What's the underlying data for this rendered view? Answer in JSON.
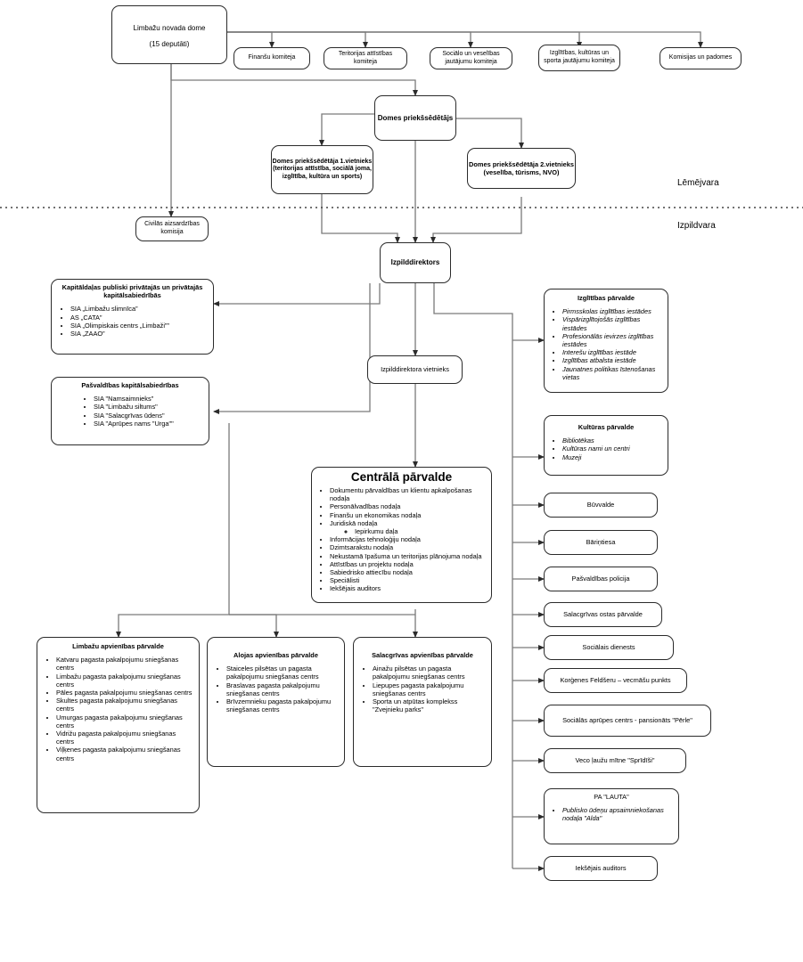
{
  "diagram": {
    "title_hidden": "",
    "side_labels": [
      {
        "id": "lemejvara",
        "text": "Lēmējvara"
      },
      {
        "id": "izpildvara",
        "text": "Izpildvara"
      }
    ]
  },
  "nodes": {
    "council": {
      "title": "Limbažu novada dome",
      "subtitle": "(15 deputāti)"
    },
    "committees": [
      {
        "id": "finance",
        "label": "Finanšu komiteja"
      },
      {
        "id": "territory",
        "label": "Teritorijas attīstības komiteja"
      },
      {
        "id": "social_health",
        "label": "Sociālo un veselības jautājumu komiteja"
      },
      {
        "id": "edu_culture_sport",
        "label": "Izglītības, kultūras un sporta jautājumu komiteja"
      },
      {
        "id": "commissions",
        "label": "Komisijas un padomes"
      }
    ],
    "chairman": {
      "label": "Domes priekšsēdētājs"
    },
    "deputy1": {
      "label": "Domes priekšsēdētāja 1.vietnieks (teritorijas attīstība, sociālā joma, izglītība, kultūra un sports)"
    },
    "deputy2": {
      "label": "Domes priekšsēdētāja 2.vietnieks (veselība, tūrisms, NVO)"
    },
    "civil_defense": {
      "label": "Civilās aizsardzības komisija"
    },
    "exec_director": {
      "label": "Izpilddirektors"
    },
    "exec_deputy": {
      "label": "Izpilddirektora vietnieks"
    },
    "capital_shares": {
      "title": "Kapitāldaļas publiski privātajās un privātajās kapitālsabiedrībās",
      "items": [
        "SIA „Limbažu slimnīca”",
        "AS „CATA”",
        "SIA „Olimpiskais centrs „Limbaži””",
        "SIA „ZAAO”"
      ]
    },
    "municipal_companies": {
      "title": "Pašvaldības kapitālsabiedrības",
      "items": [
        "SIA \"Namsaimnieks\"",
        "SIA \"Limbažu siltums\"",
        "SIA \"Salacgrīvas ūdens\"",
        "SIA \"Aprūpes nams \"Urga\"\""
      ]
    },
    "central_admin": {
      "title": "Centrālā pārvalde",
      "items": [
        {
          "text": "Dokumentu pārvaldības un klientu apkalpošanas nodaļa"
        },
        {
          "text": "Personālvadības nodaļa"
        },
        {
          "text": "Finanšu un ekonomikas nodaļa"
        },
        {
          "text": "Juridiskā nodaļa",
          "sub": [
            "Iepirkumu daļa"
          ]
        },
        {
          "text": "Informācijas tehnoloģiju nodaļa"
        },
        {
          "text": "Dzimtsarakstu nodaļa"
        },
        {
          "text": "Nekustamā īpašuma un teritorijas plānojuma nodaļa"
        },
        {
          "text": "Attīstības un projektu nodaļa"
        },
        {
          "text": "Sabiedrisko attiecību nodaļa"
        },
        {
          "text": "Speciālisti"
        },
        {
          "text": "Iekšējais auditors"
        }
      ]
    },
    "limbazi_union": {
      "title": "Limbažu apvienības pārvalde",
      "items": [
        "Katvaru pagasta pakalpojumu sniegšanas centrs",
        "Limbažu pagasta pakalpojumu sniegšanas centrs",
        "Pāles pagasta pakalpojumu sniegšanas centrs",
        "Skultes pagasta pakalpojumu sniegšanas centrs",
        "Umurgas pagasta pakalpojumu sniegšanas centrs",
        "Vidrižu pagasta pakalpojumu sniegšanas centrs",
        "Viļķenes pagasta pakalpojumu sniegšanas centrs"
      ]
    },
    "aloja_union": {
      "title": "Alojas apvienības pārvalde",
      "items": [
        "Staiceles pilsētas un pagasta pakalpojumu sniegšanas centrs",
        "Braslavas pagasta pakalpojumu sniegšanas centrs",
        "Brīvzemnieku pagasta pakalpojumu sniegšanas centrs"
      ]
    },
    "salacgriva_union": {
      "title": "Salacgrīvas apvienības pārvalde",
      "items": [
        "Ainažu pilsētas un pagasta pakalpojumu sniegšanas centrs",
        "Liepupes pagasta pakalpojumu sniegšanas centrs",
        "Sporta un atpūtas komplekss \"Zvejnieku parks\""
      ]
    },
    "education_board": {
      "title": "Izglītības pārvalde",
      "items": [
        "Pirmsskolas izglītības iestādes",
        "Vispārizglītojošās izglītības iestādes",
        "Profesionālās ievirzes izglītības iestādes",
        "Interešu izglītības iestāde",
        "Izglītības atbalsta iestāde",
        "Jaunatnes politikas īstenošanas vietas"
      ]
    },
    "culture_board": {
      "title": "Kultūras pārvalde",
      "items": [
        "Bibliotēkas",
        "Kultūras nami un centri",
        "Muzeji"
      ]
    },
    "right_simple": [
      {
        "id": "buvvalde",
        "label": "Būvvalde"
      },
      {
        "id": "barintiesa",
        "label": "Bāriņtiesa"
      },
      {
        "id": "policija",
        "label": "Pašvaldības policija"
      },
      {
        "id": "ostas-parvalde",
        "label": "Salacgrīvas ostas pārvalde"
      },
      {
        "id": "socialais-dienests",
        "label": "Sociālais dienests"
      },
      {
        "id": "korgenes-punkts",
        "label": "Korģenes Feldšeru – vecmāšu punkts"
      },
      {
        "id": "perle",
        "label": "Sociālās aprūpes centrs - pansionāts \"Pērle\""
      },
      {
        "id": "spridisi",
        "label": "Veco ļaužu mītne \"Sprīdīši\""
      }
    ],
    "lauta": {
      "title": "PA \"LAUTA\"",
      "items": [
        "Publisko ūdeņu apsaimniekošanas nodaļa \"Alda\""
      ]
    },
    "internal_auditor": {
      "label": "Iekšējais auditors"
    }
  },
  "colors": {
    "line": "#7a7a7a",
    "line_dark": "#2b2b2b",
    "border": "#2b2b2b",
    "background": "#ffffff"
  }
}
